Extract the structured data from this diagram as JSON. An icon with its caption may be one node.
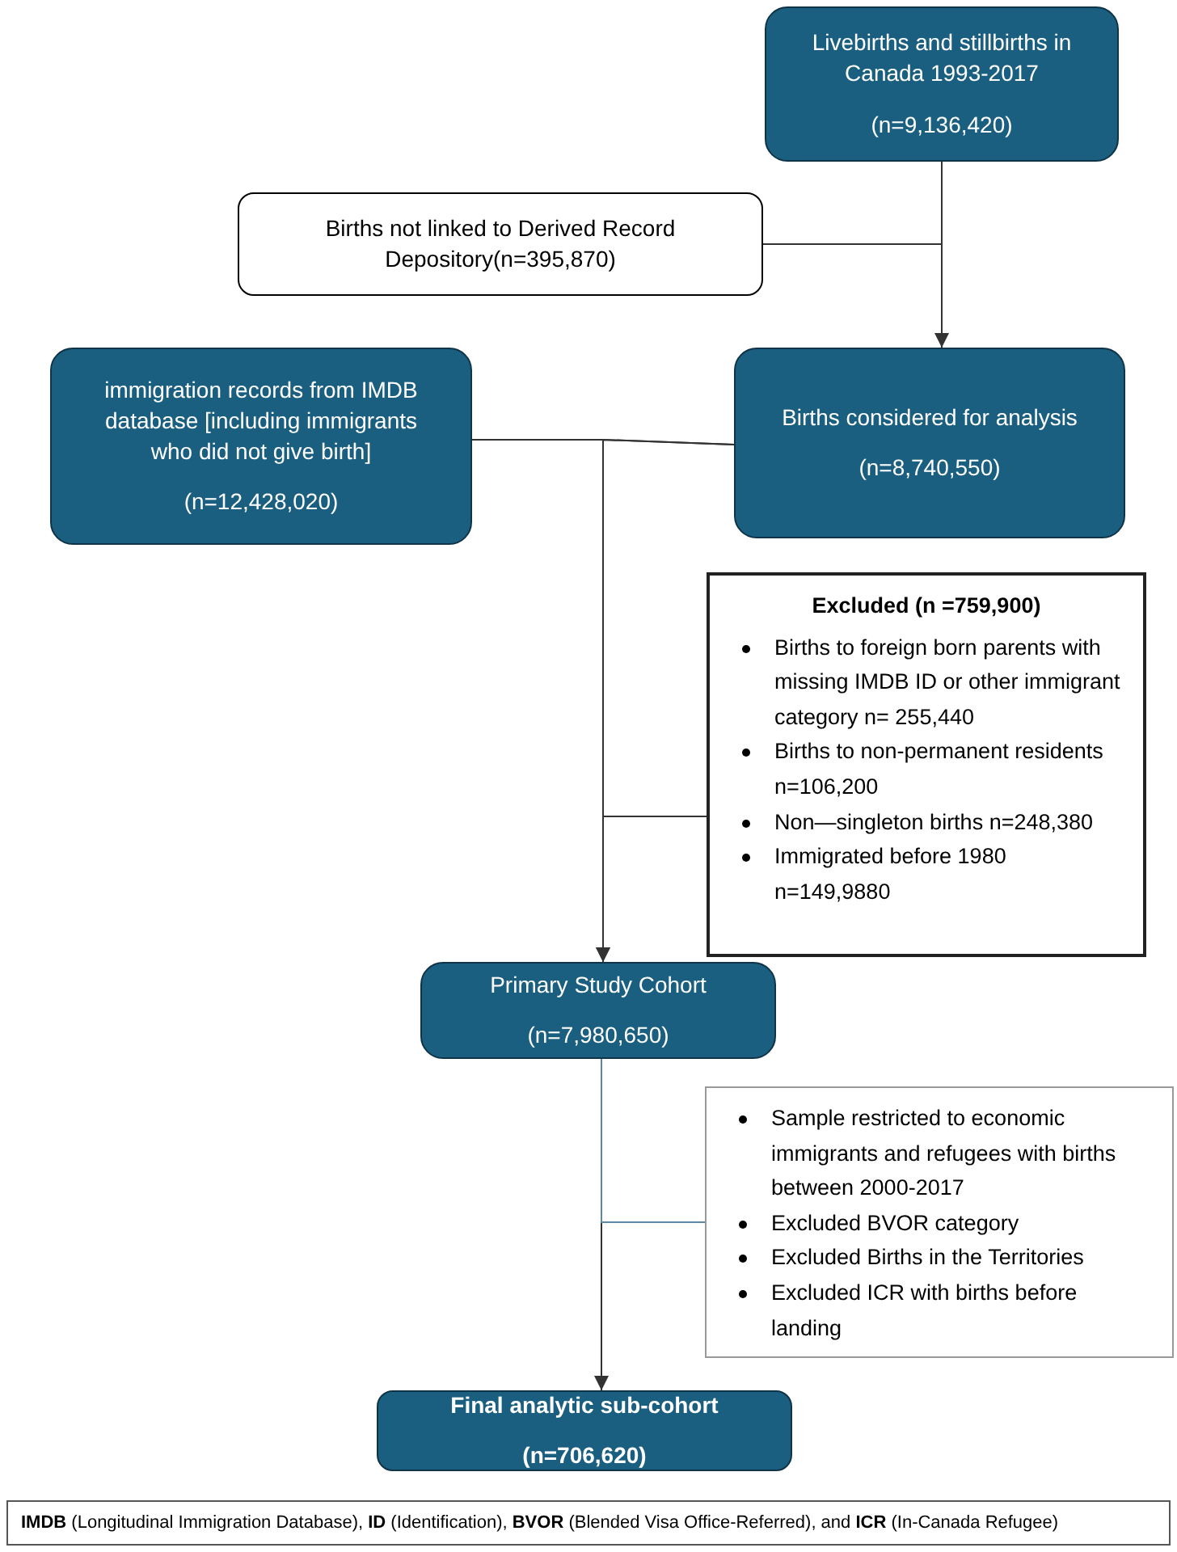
{
  "diagram": {
    "nodes": [
      {
        "text": [
          "Livebirths and stillbirths in Canada 1993-2017",
          "(n=9,136,420)"
        ]
      },
      {
        "text": [
          "Births not linked to Derived Record Depository(n=395,870)"
        ]
      },
      {
        "text": [
          "immigration records from IMDB database [including immigrants who did not give birth]",
          "(n=12,428,020)"
        ]
      },
      {
        "text": [
          "Births considered for analysis",
          "(n=8,740,550)"
        ]
      },
      {
        "text": [
          "Excluded (n =759,900)",
          "Births to foreign born parents with missing IMDB ID or other immigrant category n= 255,440",
          "Births to non-permanent residents n=106,200",
          "Non—singleton births n=248,380",
          "Immigrated before 1980 n=149,9880"
        ]
      },
      {
        "text": [
          "Primary Study Cohort",
          "(n=7,980,650)"
        ]
      },
      {
        "text": [
          "Sample restricted to economic immigrants and refugees with births between 2000-2017",
          "Excluded BVOR category",
          "Excluded Births in the Territories",
          "Excluded ICR with births before landing"
        ]
      },
      {
        "text": [
          "Final analytic sub-cohort",
          "(n=706,620)"
        ]
      },
      {
        "text": [
          "**IMDB** (Longitudinal Immigration Database), **ID** (Identification), **BVOR** (Blended Visa Office-Referred), and **ICR** (In-Canada Refugee)"
        ]
      }
    ],
    "edges": [
      {
        "from": 0,
        "to": 3,
        "arrow": "to"
      },
      {
        "from": 0,
        "to": 1,
        "arrow": "none"
      },
      {
        "from": 2,
        "to": 5,
        "arrow": "to"
      },
      {
        "from": 3,
        "to": 5,
        "arrow": "to"
      },
      {
        "from": 3,
        "to": 4,
        "arrow": "none"
      },
      {
        "from": 5,
        "to": 7,
        "arrow": "to"
      },
      {
        "from": 5,
        "to": 6,
        "arrow": "none",
        "color": "#5b8aa6"
      }
    ]
  }
}
